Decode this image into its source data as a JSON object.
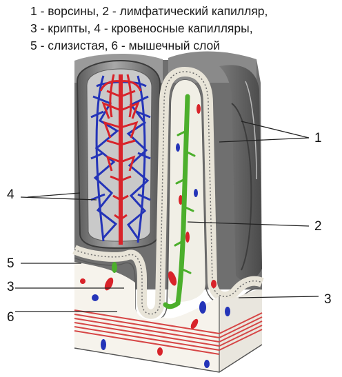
{
  "caption": {
    "line1": "1 - ворсины, 2 - лимфатический капилляр,",
    "line2": "3 - крипты, 4 - кровеносные капилляры,",
    "line3": "5 - слизистая, 6 - мышечный слой"
  },
  "labels": {
    "villi": "1",
    "lymph": "2",
    "crypt_left": "3",
    "crypt_right": "3",
    "blood": "4",
    "mucosa": "5",
    "muscle": "6"
  },
  "colors": {
    "villus_gray": "#8c8c8c",
    "blood_red": "#d8232a",
    "blood_blue": "#2434b8",
    "lymph_green": "#4caf2c",
    "muscle_red": "#d64545",
    "epithelium": "#e8e4d8"
  }
}
